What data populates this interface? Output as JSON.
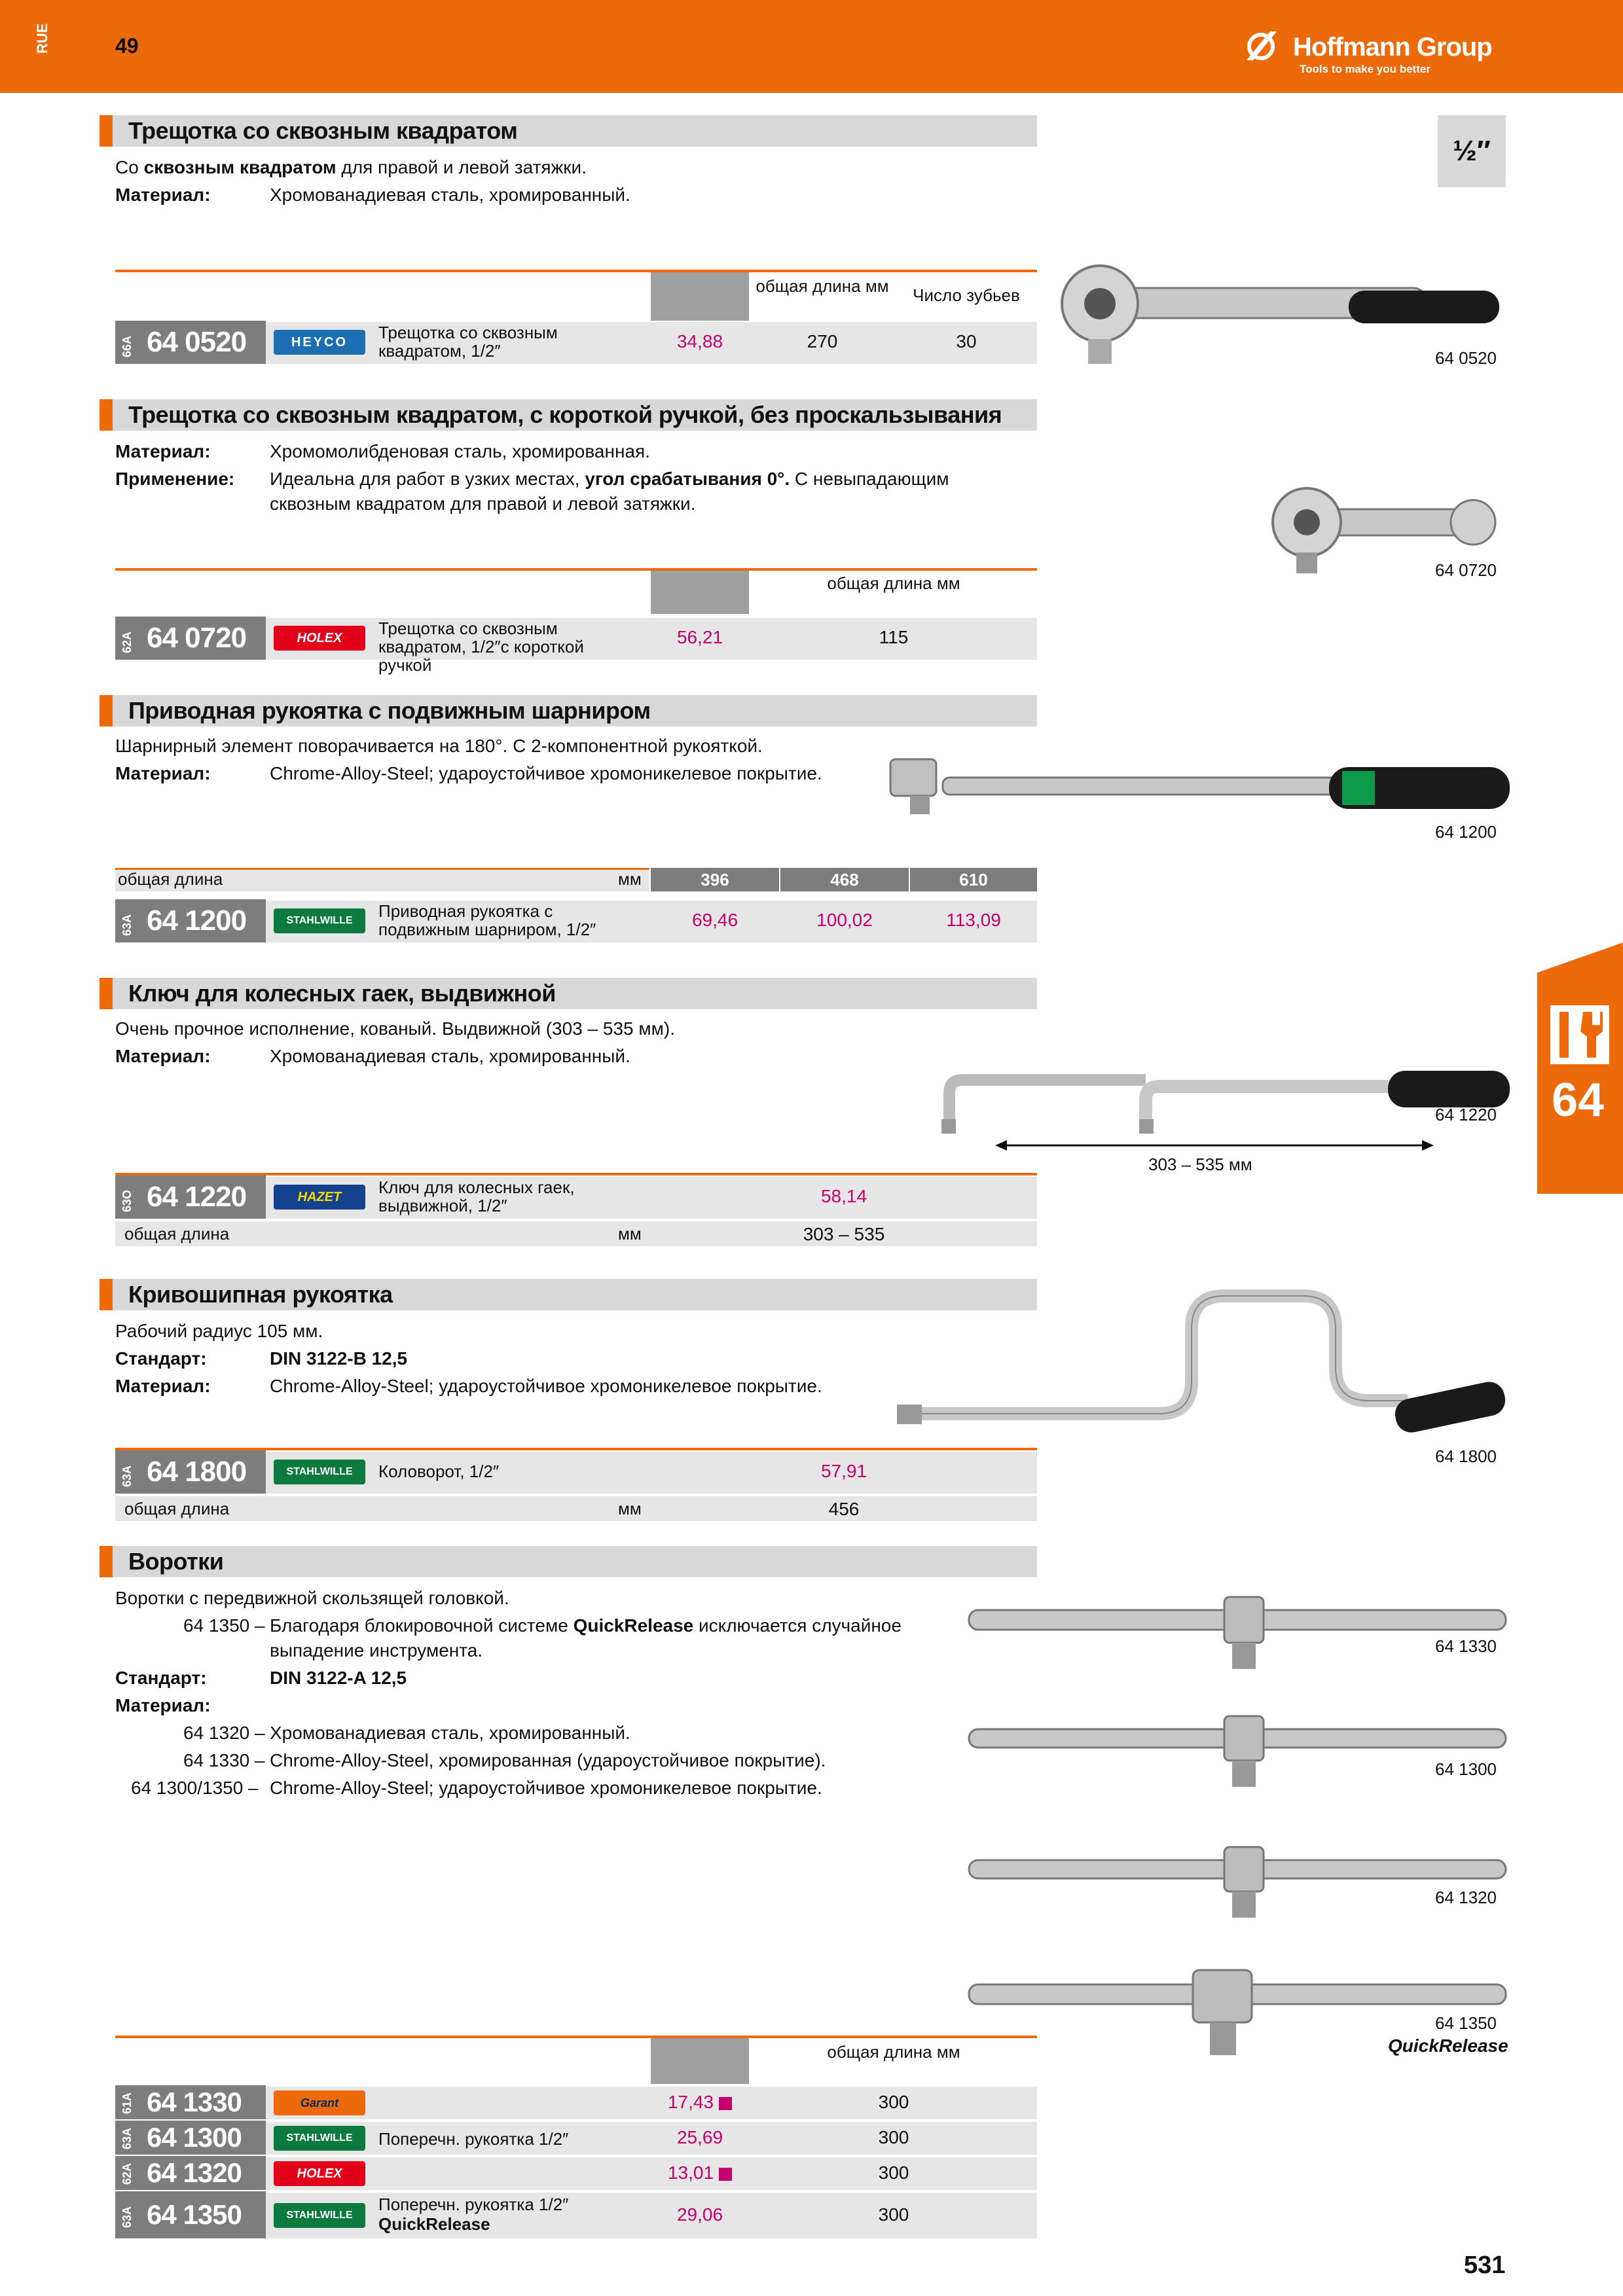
{
  "header": {
    "side_code": "RUE",
    "page_left": "49",
    "brand": "Hoffmann Group",
    "tagline": "Tools to make you better"
  },
  "size_badge": "½″",
  "side_tab": "64",
  "footer_page": "531",
  "s1": {
    "title": "Трещотка со сквозным квадратом",
    "desc_pre": "Со ",
    "desc_bold": "сквозным квадратом",
    "desc_post": " для правой и левой затяжки.",
    "material_label": "Материал:",
    "material": "Хромованадиевая сталь, хромированный.",
    "col1": "общая длина мм",
    "col2": "Число зубьев",
    "group": "66A",
    "code": "64 0520",
    "brand": "HEYCO",
    "name": "Трещотка со сквозным квадратом, 1/2″",
    "price": "34,88",
    "length": "270",
    "teeth": "30",
    "img": "64 0520"
  },
  "s2": {
    "title": "Трещотка со сквозным квадратом, с короткой ручкой, без проскальзывания",
    "material_label": "Материал:",
    "material": "Хромомолибденовая сталь, хромированная.",
    "use_label": "Применение:",
    "use_pre": "Идеальна для работ в узких местах, ",
    "use_bold": "угол срабатывания 0°.",
    "use_post": " С невыпадающим",
    "use_line2": "сквозным квадратом для правой и левой затяжки.",
    "col1": "общая длина мм",
    "group": "62A",
    "code": "64 0720",
    "brand": "HOLEX",
    "name": "Трещотка со сквозным квадратом, 1/2″с короткой ручкой",
    "price": "56,21",
    "length": "115",
    "img": "64 0720"
  },
  "s3": {
    "title": "Приводная рукоятка с подвижным шарниром",
    "desc": "Шарнирный элемент поворачивается на 180°. С 2-компонентной рукояткой.",
    "material_label": "Материал:",
    "material": "Chrome-Alloy-Steel; ударoустойчивое хромоникелевое покрытие.",
    "len_label": "общая длина",
    "unit": "мм",
    "lengths": [
      "396",
      "468",
      "610"
    ],
    "group": "63A",
    "code": "64 1200",
    "brand": "STAHLWILLE",
    "name": "Приводная рукоятка с подвижным шарниром, 1/2″",
    "prices": [
      "69,46",
      "100,02",
      "113,09"
    ],
    "img": "64 1200"
  },
  "s4": {
    "title": "Ключ для колесных гаек, выдвижной",
    "desc": "Очень прочное исполнение, кованый. Выдвижной (303 – 535 мм).",
    "material_label": "Материал:",
    "material": "Хромованадиевая сталь, хромированный.",
    "group": "63O",
    "code": "64 1220",
    "brand": "HAZET",
    "name": "Ключ для колесных гаек, выдвижной, 1/2″",
    "price": "58,14",
    "len_label": "общая длина",
    "unit": "мм",
    "length": "303 – 535",
    "img": "64 1220",
    "dim": "303 – 535 мм"
  },
  "s5": {
    "title": "Кривошипная рукоятка",
    "desc": "Рабочий радиус 105 мм.",
    "std_label": "Стандарт:",
    "std": "DIN 3122-B 12,5",
    "material_label": "Материал:",
    "material": "Chrome-Alloy-Steel; ударoустойчивое хромоникелевое покрытие.",
    "group": "63A",
    "code": "64 1800",
    "brand": "STAHLWILLE",
    "name": "Коловорот, 1/2″",
    "price": "57,91",
    "len_label": "общая длина",
    "unit": "мм",
    "length": "456",
    "img": "64 1800"
  },
  "s6": {
    "title": "Воротки",
    "desc": "Воротки с передвижной скользящей головкой.",
    "l1_code": "64 1350 –",
    "l1_pre": "Благодаря блокировочной системе ",
    "l1_bold": "QuickRelease",
    "l1_post": " исключается случайное",
    "l1_line2": "выпадение инструмента.",
    "std_label": "Стандарт:",
    "std": "DIN 3122-A 12,5",
    "material_label": "Материал:",
    "m1_code": "64 1320 –",
    "m1": "Хромованадиевая сталь, хромированный.",
    "m2_code": "64 1330 –",
    "m2": "Chrome-Alloy-Steel, хромированная (ударoустойчивое покрытие).",
    "m3_code": "64 1300/1350 –",
    "m3": "Chrome-Alloy-Steel; ударoустойчивое хромоникелевое покрытие.",
    "col1": "общая длина мм",
    "imgs": [
      "64 1330",
      "64 1300",
      "64 1320",
      "64 1350"
    ],
    "qr": "QuickRelease",
    "rows": [
      {
        "group": "61A",
        "code": "64 1330",
        "brand": "Garant",
        "name": "",
        "price": "17,43",
        "length": "300"
      },
      {
        "group": "63A",
        "code": "64 1300",
        "brand": "STAHLWILLE",
        "name": "Поперечн. рукоятка 1/2″",
        "price": "25,69",
        "length": "300"
      },
      {
        "group": "62A",
        "code": "64 1320",
        "brand": "HOLEX",
        "name": "",
        "price": "13,01",
        "length": "300"
      },
      {
        "group": "63A",
        "code": "64 1350",
        "brand": "STAHLWILLE",
        "name": "Поперечн. рукоятка 1/2″",
        "name2": "QuickRelease",
        "price": "29,06",
        "length": "300"
      }
    ]
  },
  "colors": {
    "accent": "#ec6a0a",
    "price": "#c4006c",
    "code_bg": "#7d7d7d",
    "row_bg": "#e6e6e6"
  }
}
